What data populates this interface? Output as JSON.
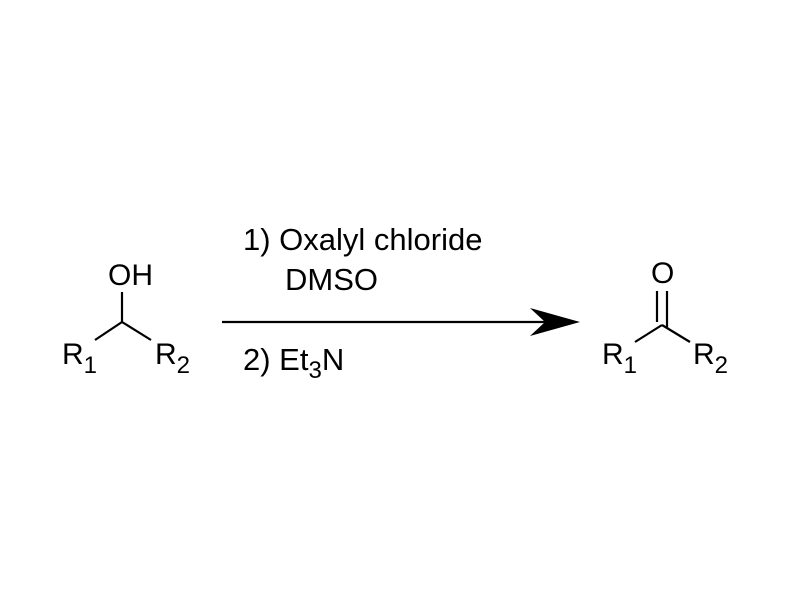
{
  "reactant": {
    "top_group": "OH",
    "r1": "R",
    "r1_sub": "1",
    "r2": "R",
    "r2_sub": "2"
  },
  "conditions": {
    "step1_line1": "1) Oxalyl chloride",
    "step1_line2": "DMSO",
    "step2_prefix": "2) Et",
    "step2_sub": "3",
    "step2_suffix": "N"
  },
  "product": {
    "top_group": "O",
    "r1": "R",
    "r1_sub": "1",
    "r2": "R",
    "r2_sub": "2"
  },
  "colors": {
    "ink": "#000000",
    "background": "#ffffff"
  }
}
